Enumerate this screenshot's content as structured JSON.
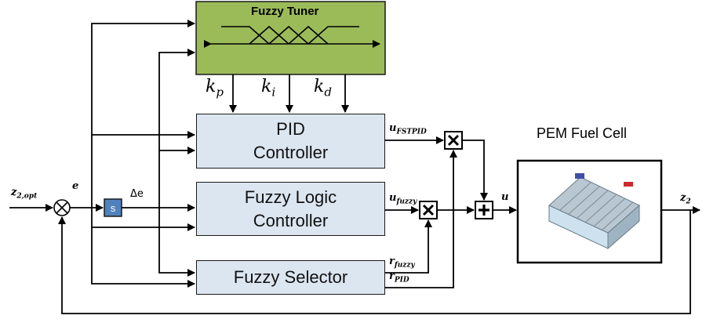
{
  "tuner": {
    "title": "Fuzzy Tuner"
  },
  "gains": {
    "kp": {
      "base": "k",
      "sub": "p"
    },
    "ki": {
      "base": "k",
      "sub": "i"
    },
    "kd": {
      "base": "k",
      "sub": "d"
    }
  },
  "pid": {
    "line1": "PID",
    "line2": "Controller"
  },
  "flc": {
    "line1": "Fuzzy Logic",
    "line2": "Controller"
  },
  "selector": {
    "label": "Fuzzy Selector"
  },
  "fuel_cell": {
    "label": "PEM Fuel Cell"
  },
  "s_block": {
    "label": "s"
  },
  "signals": {
    "z2opt": {
      "base": "z",
      "sub": "2,opt"
    },
    "e": "e",
    "delta_e": "Δe",
    "u_fstpid": {
      "base": "u",
      "sub": "FSTPID"
    },
    "u_fuzzy": {
      "base": "u",
      "sub": "fuzzy"
    },
    "r_fuzzy": {
      "base": "r",
      "sub": "fuzzy"
    },
    "r_pid": {
      "base": "r",
      "sub": "PID"
    },
    "u": "u",
    "z2": {
      "base": "z",
      "sub": "2"
    }
  },
  "colors": {
    "tuner_fill": "#9bbb59",
    "block_fill": "#dce6f1",
    "s_fill": "#4f81bd",
    "line": "#000000"
  }
}
